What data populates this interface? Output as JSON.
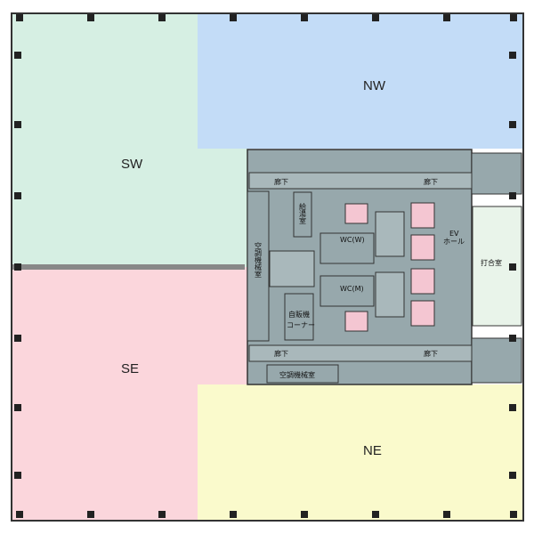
{
  "zones": {
    "sw": {
      "label": "SW",
      "color": "#d6efe3"
    },
    "nw": {
      "label": "NW",
      "color": "#c3dcf7"
    },
    "se": {
      "label": "SE",
      "color": "#fbd6dc"
    },
    "ne": {
      "label": "NE",
      "color": "#fafacc"
    }
  },
  "core": {
    "color": "#97a8ac",
    "corridor_top": "廊下",
    "corridor_top_right": "廊下",
    "corridor_bottom": "廊下",
    "corridor_bottom_right": "廊下",
    "kitchenette": "給湯室",
    "wc_women": "WC(W)",
    "wc_men": "WC(M)",
    "ev_hall_top": "EV",
    "ev_hall_bottom": "ホール",
    "meeting_room": "打合室",
    "hvac_room_left": "空調機械室",
    "hvac_room_bottom": "空調機械室",
    "vending_top": "自販機",
    "vending_bottom": "コーナー"
  },
  "colors": {
    "outline": "#333333",
    "column": "#222222",
    "elevator": "#f4c6d2",
    "meeting": "#e9f4ea",
    "divider": "#888888"
  }
}
